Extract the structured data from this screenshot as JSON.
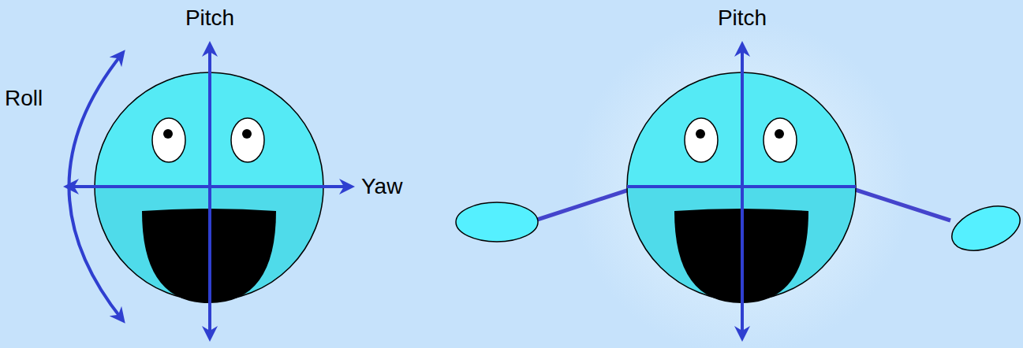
{
  "diagram": {
    "labels": [
      "Pitch",
      "Roll",
      "Yaw",
      "Pitch"
    ]
  }
}
